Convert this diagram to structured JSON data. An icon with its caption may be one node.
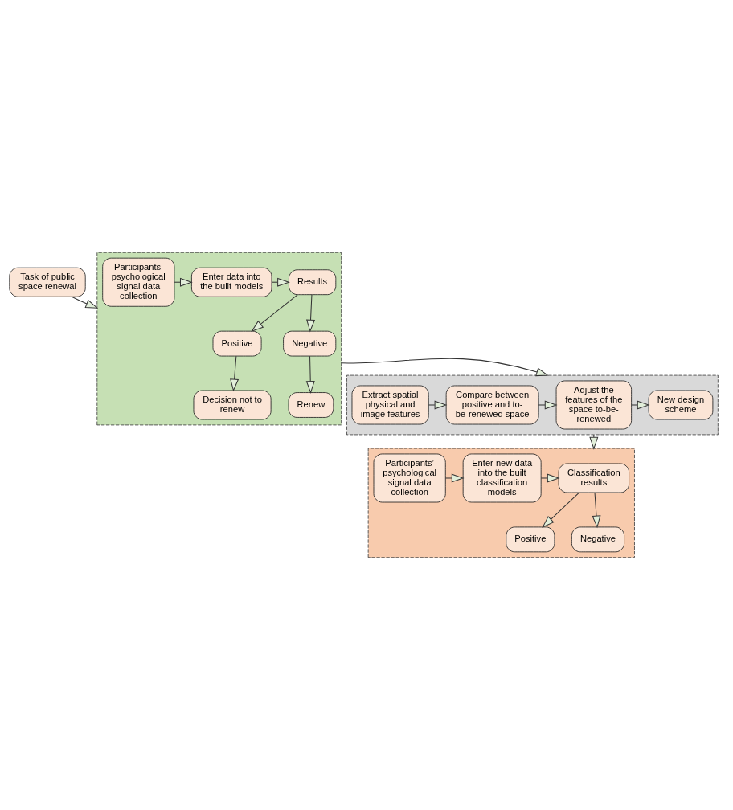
{
  "diagram": {
    "nodes": [
      {
        "text": [
          "Task of public space renewal"
        ]
      },
      {
        "text": [],
        "shape": "box"
      },
      {
        "text": [
          "Participants’ psychological signal data collection"
        ],
        "in": 1
      },
      {
        "text": [
          "Enter data into the built models"
        ],
        "in": 1
      },
      {
        "text": [
          "Results"
        ],
        "in": 1
      },
      {
        "text": [
          "Positive"
        ],
        "in": 1
      },
      {
        "text": [
          "Negative"
        ],
        "in": 1
      },
      {
        "text": [
          "Decision not to renew"
        ],
        "in": 1
      },
      {
        "text": [
          "Renew"
        ],
        "in": 1
      },
      {
        "text": [],
        "shape": "box"
      },
      {
        "text": [
          "Extract spatial physical and image features"
        ],
        "in": 9
      },
      {
        "text": [
          "Compare between positive and to-be-renewed space"
        ],
        "in": 9
      },
      {
        "text": [
          "Adjust the features of the space to-be-renewed"
        ],
        "in": 9
      },
      {
        "text": [
          "New design scheme"
        ],
        "in": 9
      },
      {
        "text": [],
        "shape": "box"
      },
      {
        "text": [
          "Participants’ psychological signal data collection"
        ],
        "in": 14
      },
      {
        "text": [
          "Enter new data into the built classification models"
        ],
        "in": 14
      },
      {
        "text": [
          "Classification results"
        ],
        "in": 14
      },
      {
        "text": [
          "Positive"
        ],
        "in": 14
      },
      {
        "text": [
          "Negative"
        ],
        "in": 14
      }
    ],
    "edges": [
      {
        "from": 0,
        "to": 1,
        "arrow": "to"
      },
      {
        "from": 2,
        "to": 3,
        "arrow": "to"
      },
      {
        "from": 3,
        "to": 4,
        "arrow": "to"
      },
      {
        "from": 4,
        "to": 5,
        "arrow": "to"
      },
      {
        "from": 4,
        "to": 6,
        "arrow": "to"
      },
      {
        "from": 5,
        "to": 7,
        "arrow": "to"
      },
      {
        "from": 6,
        "to": 8,
        "arrow": "to"
      },
      {
        "from": 1,
        "to": 9,
        "arrow": "to"
      },
      {
        "from": 10,
        "to": 11,
        "arrow": "to"
      },
      {
        "from": 11,
        "to": 12,
        "arrow": "to"
      },
      {
        "from": 12,
        "to": 13,
        "arrow": "to"
      },
      {
        "from": 9,
        "to": 14,
        "arrow": "to"
      },
      {
        "from": 15,
        "to": 16,
        "arrow": "to"
      },
      {
        "from": 16,
        "to": 17,
        "arrow": "to"
      },
      {
        "from": 17,
        "to": 18,
        "arrow": "to"
      },
      {
        "from": 17,
        "to": 19,
        "arrow": "to"
      }
    ]
  }
}
